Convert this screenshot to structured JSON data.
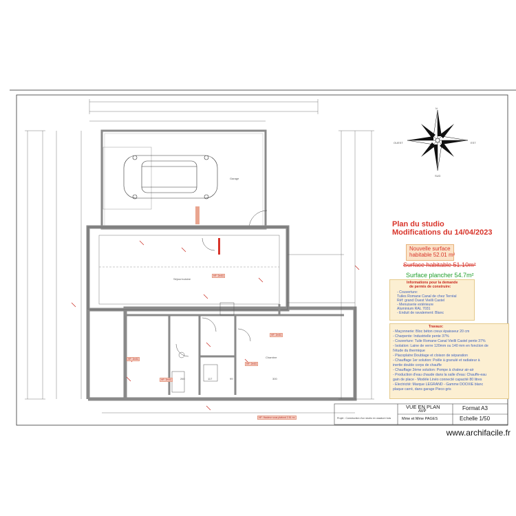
{
  "drawing": {
    "title_line1": "Plan du studio",
    "title_line2": "Modifications du 14/04/2023",
    "new_surface_label": "Nouvelle surface",
    "new_surface_value": "habitable 52.01 m²",
    "old_surface_struck": "Surface habitable 51.10m²",
    "floor_surface": "Surface plancher 54.7m²",
    "legend_title_line1": "Informations pour la demande",
    "legend_title_line2": "de permis de construire:",
    "legend_items": [
      "- Couverture:",
      "Tuiles Romane Canal de chez Terréal",
      "Réf: grand Ouest Vieilli Castel",
      "- Menuiserie extérieure",
      "Aluminium RAL 7031",
      "- Enduit de ravalement: Blanc"
    ],
    "works_title": "Travaux:",
    "works_items": [
      "- Maçonnerie: Bloc béton creux épaisseur 20 cm",
      "- Charpente: Industrielle pente 37%",
      "- Couverture: Tuile Romane Canal Vieilli Castel pente 37%",
      "- Isolation: Laine de verre 120mm ou 140 mm en fonction de",
      "l'étude du thermique",
      "- Placoplatre:Doublage et cloison de séparation",
      "- Chauffage 1er solution: Poêle à granulé et radiateur à",
      "inertie double corps de chauffe",
      "- Chauffage 2ème solution: Pompe à chaleur air-air",
      "- Production d'eau chaude dans la salle d'eau: Chauffe-eau",
      "gain de place - Modèle Linéo connecté capacité 80 litres",
      "- Electricité: Marque LEGRAND - Gamme DOOXIE blanc",
      "plaque carré, dans garage Pieco gris"
    ],
    "compass": {
      "north": "N",
      "east": "EST",
      "west": "OUEST",
      "south": "SUD"
    },
    "garage_label": "Garage",
    "living_label": "Séjour/cuisine",
    "bedroom_label": "Chambre",
    "floor_heights": [
      "HF: 2m51",
      "HF: 2m51",
      "HF: 2m51",
      "HF: 2m51",
      "HF: 2m51"
    ],
    "bottom_note": "HF: Hauteur sous plafond 2.51 m²",
    "bottom_labels": [
      "260",
      "99",
      "117",
      "300"
    ]
  },
  "cartouche": {
    "view_title": "VUE EN PLAN",
    "view_sub": "AVP",
    "format": "Format A3",
    "project": "Projet : Construction d'un studio en ossature bois",
    "client": "Mme et Mme PAGES",
    "scale": "Echelle 1/50"
  },
  "watermark": "www.archifacile.fr",
  "colors": {
    "accent_red": "#d8342a",
    "note_blue": "#3a5fbf",
    "wall_gray": "#9a9a9a",
    "surface_green": "#1e9e2a"
  }
}
